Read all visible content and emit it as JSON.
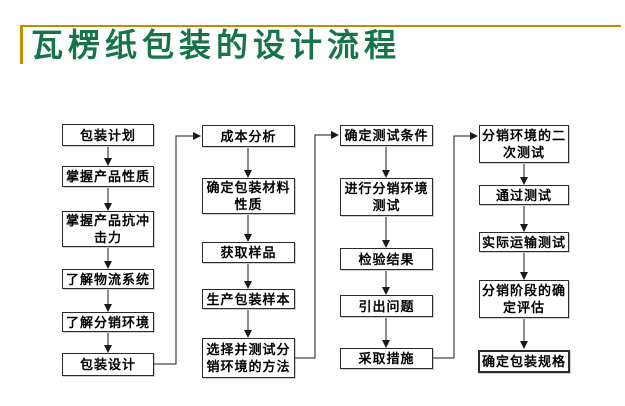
{
  "slide": {
    "title": "瓦楞纸包装的设计流程"
  },
  "colors": {
    "accent-gold": "#bf8f00",
    "title-green": "#17744a",
    "box-border": "#2b2b2b",
    "arrow-black": "#1a1a1a",
    "text-black": "#000000",
    "background": "#ffffff"
  },
  "flowchart": {
    "columns": [
      {
        "name": "design-preparation",
        "boxes": [
          "包装计划",
          "掌握产品性质",
          "掌握产品抗冲\n击力",
          "了解物流系统",
          "了解分销环境",
          "包装设计"
        ]
      },
      {
        "name": "cost-and-samples",
        "boxes": [
          "成本分析",
          "确定包装材料\n性质",
          "获取样品",
          "生产包装样本",
          "选择并测试分\n销环境的方法"
        ]
      },
      {
        "name": "distribution-testing",
        "boxes": [
          "确定测试条件",
          "进行分销环境\n测试",
          "检验结果",
          "引出问题",
          "采取措施"
        ]
      },
      {
        "name": "final-verification",
        "boxes": [
          "分销环境的二\n次测试",
          "通过测试",
          "实际运输测试",
          "分销阶段的确\n定评估",
          "确定包装规格"
        ]
      }
    ]
  }
}
